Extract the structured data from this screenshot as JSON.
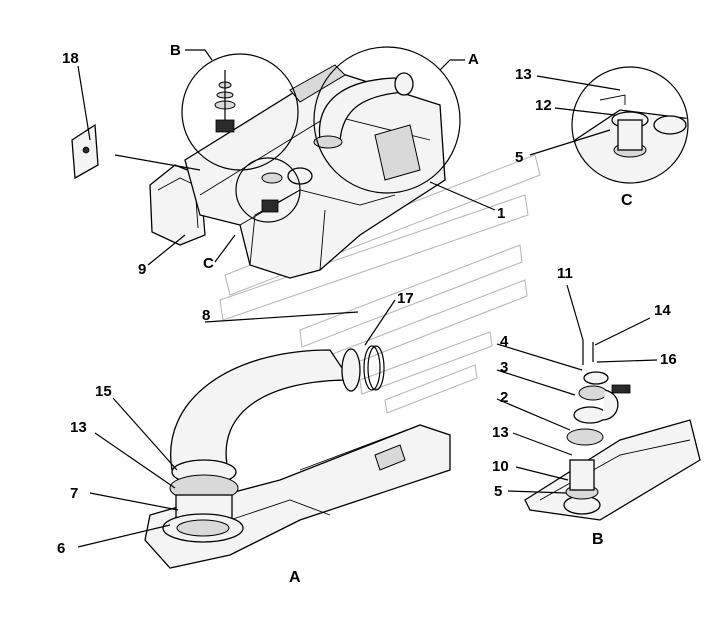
{
  "callouts": {
    "c18": "18",
    "cB_top": "B",
    "cA_top": "A",
    "c1": "1",
    "c9": "9",
    "cC_mid": "C",
    "c13_tr": "13",
    "c12": "12",
    "c5_tr": "5",
    "cC_tr": "C",
    "c8": "8",
    "c17": "17",
    "c11": "11",
    "c14": "14",
    "c4": "4",
    "c16": "16",
    "c3": "3",
    "c2": "2",
    "c15": "15",
    "c13_left": "13",
    "c7": "7",
    "c6": "6",
    "c13_b": "13",
    "c10": "10",
    "c5_b": "5"
  },
  "views": {
    "A": "A",
    "B": "B"
  }
}
